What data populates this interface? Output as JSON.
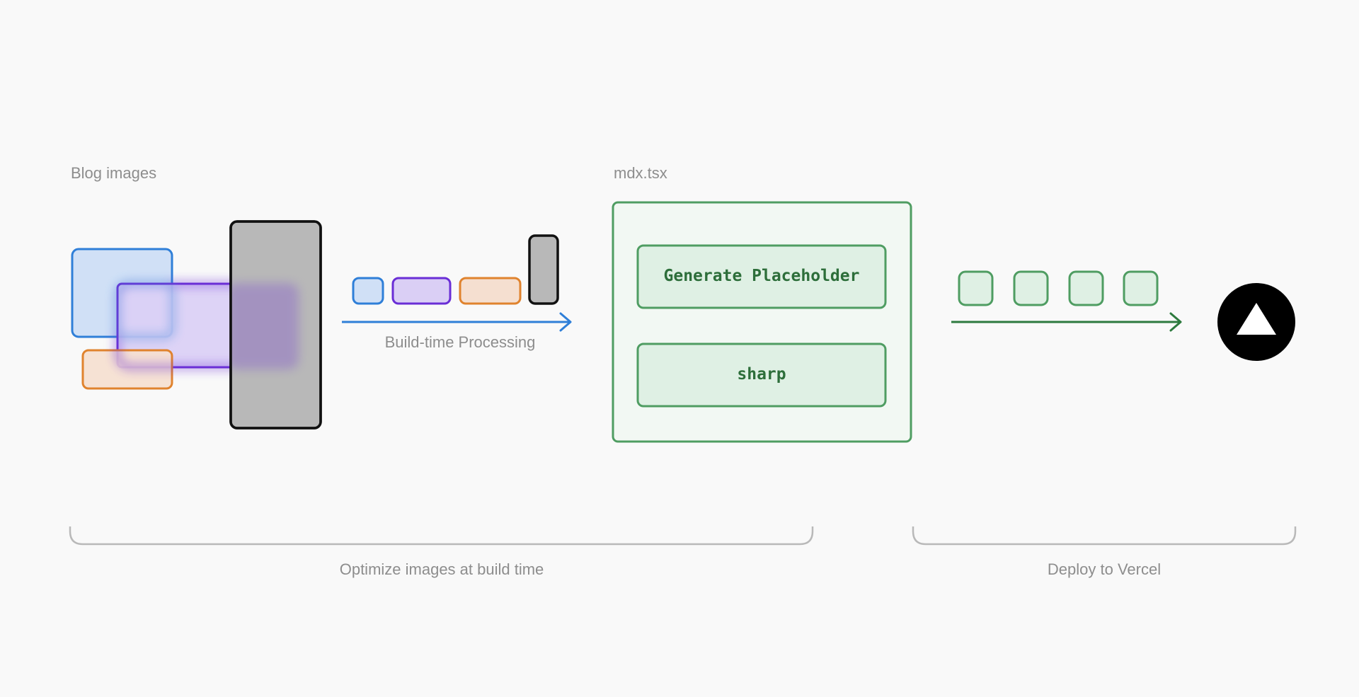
{
  "sections": {
    "blog_images": {
      "label": "Blog images"
    },
    "processing": {
      "arrow_label": "Build-time Processing"
    },
    "mdx": {
      "label": "mdx.tsx",
      "steps": [
        "Generate Placeholder",
        "sharp"
      ]
    },
    "deploy": {
      "logo_icon": "vercel-triangle-icon"
    }
  },
  "brackets": {
    "optimize": "Optimize images at build time",
    "deploy": "Deploy to Vercel"
  },
  "colors": {
    "background": "#f9f9f9",
    "blue": "#2f7fd8",
    "purple": "#6a2ed6",
    "orange": "#e0832e",
    "gray": "#b8b8b8",
    "green": "#4f9d62",
    "dark_green": "#2d7a3e",
    "green_fill": "#dff0e4"
  }
}
